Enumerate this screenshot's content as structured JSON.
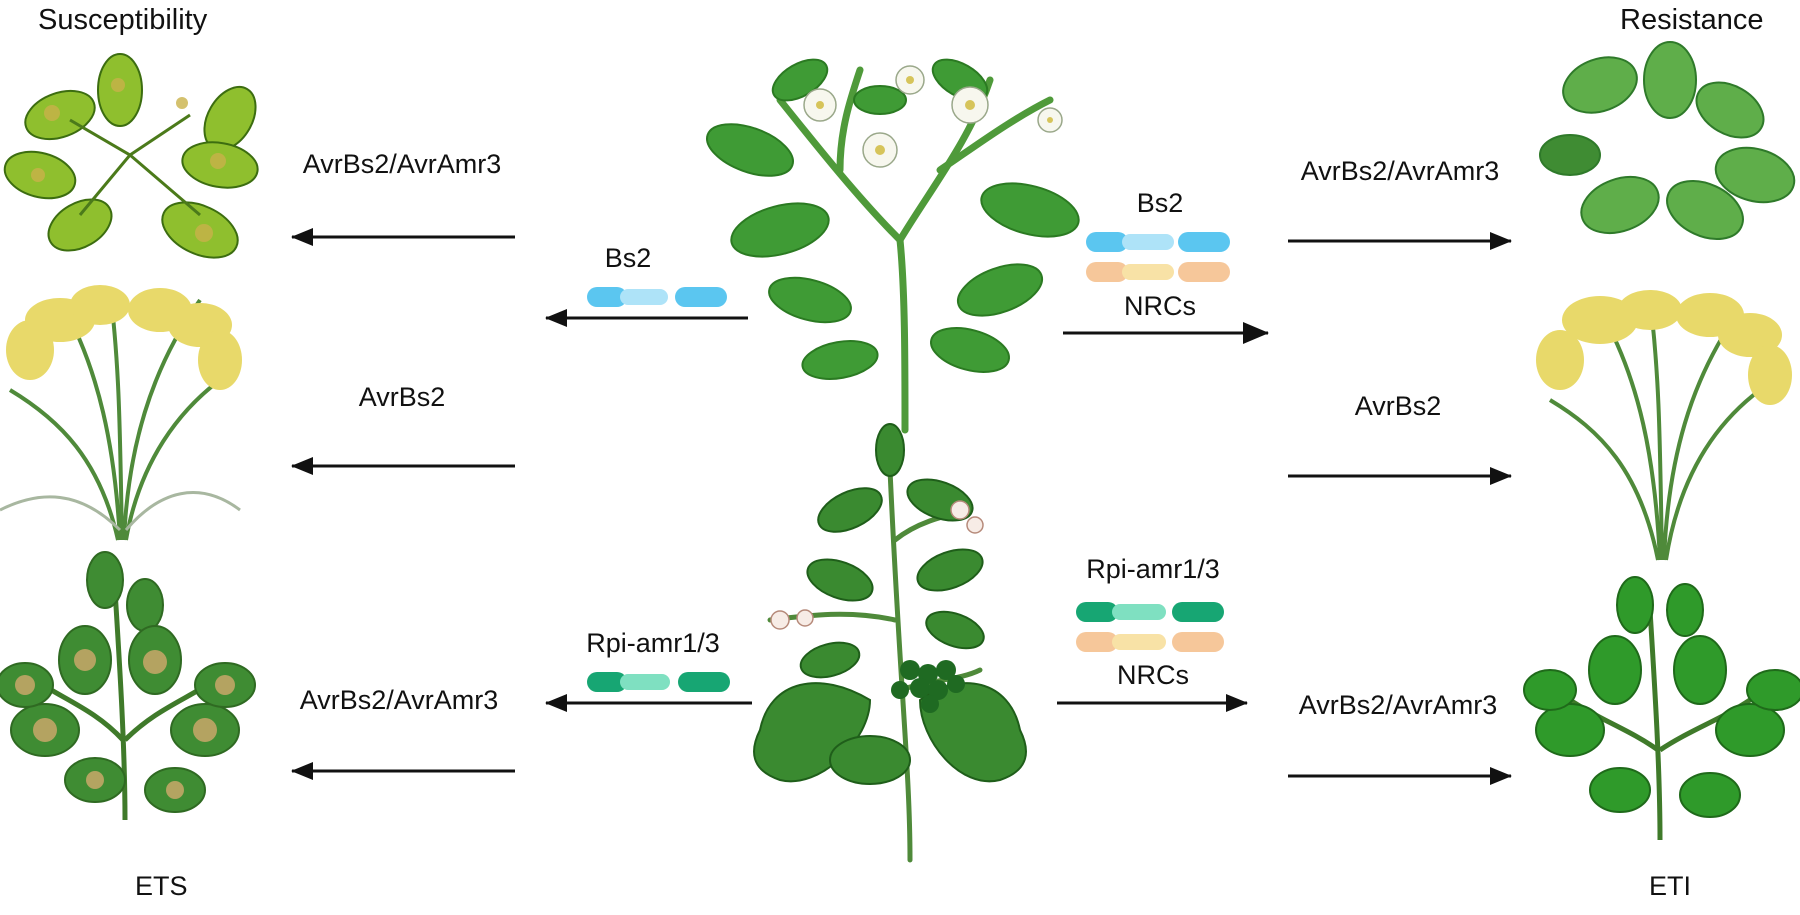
{
  "headers": {
    "left": "Susceptibility",
    "right": "Resistance"
  },
  "footers": {
    "left": "ETS",
    "right": "ETI"
  },
  "labels": {
    "left_avr_1": "AvrBs2/AvrAmr3",
    "left_bs2": "Bs2",
    "left_avr_2": "AvrBs2",
    "left_rpi": "Rpi-amr1/3",
    "left_avr_3": "AvrBs2/AvrAmr3",
    "right_bs2": "Bs2",
    "right_nrc_1": "NRCs",
    "right_avr_1": "AvrBs2/AvrAmr3",
    "right_avr_2": "AvrBs2",
    "right_rpi": "Rpi-amr1/3",
    "right_nrc_2": "NRCs",
    "right_avr_3": "AvrBs2/AvrAmr3"
  },
  "colors": {
    "bs2_gene": "#5bc6f0",
    "bs2_gene_light": "#aee3f8",
    "rpi_gene": "#17a673",
    "rpi_gene_light": "#7fe0c1",
    "nrc_gene": "#f6c79a",
    "nrc_gene_light": "#f8e2a6",
    "bacterium": "#b9c7d6",
    "leaf_healthy": "#3f9b35",
    "leaf_diseased": "#8fbf2e",
    "lesion": "#c9b24a",
    "rice_grain": "#e8d96a"
  },
  "icons": {
    "bacterium": "bacterium-icon",
    "pepper": "pepper-plant-icon",
    "nightshade": "nightshade-plant-icon",
    "arabidopsis": "arabidopsis-icon",
    "rice": "rice-plant-icon",
    "soybean": "soybean-plant-icon"
  }
}
